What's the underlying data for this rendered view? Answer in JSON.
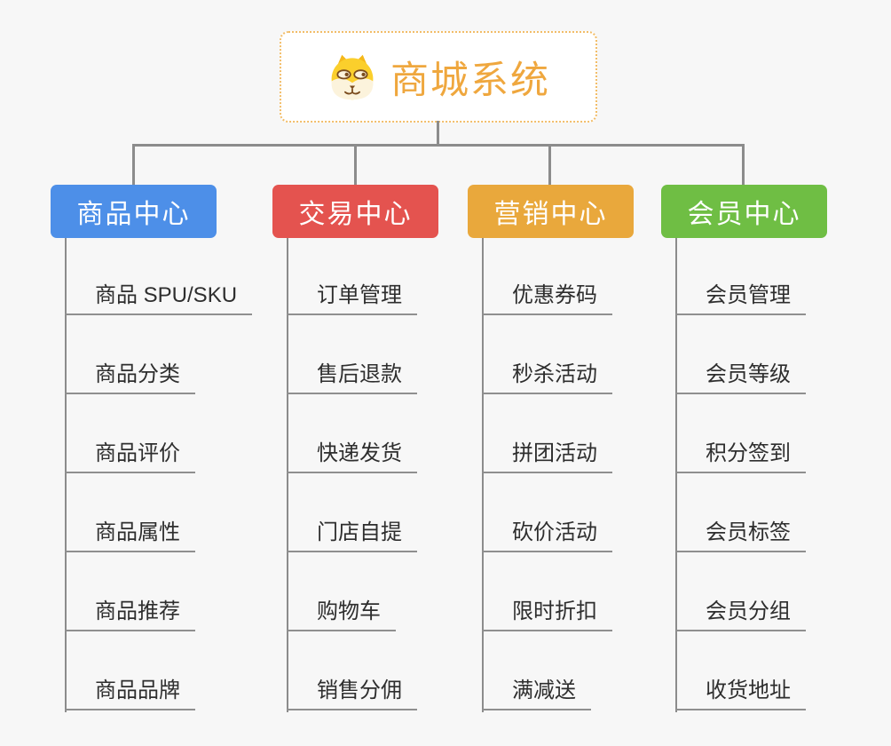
{
  "root": {
    "title": "商城系统",
    "icon": "dog-face-icon"
  },
  "branches": [
    {
      "label": "商品中心",
      "color": "#4d8fe8",
      "items": [
        "商品 SPU/SKU",
        "商品分类",
        "商品评价",
        "商品属性",
        "商品推荐",
        "商品品牌"
      ]
    },
    {
      "label": "交易中心",
      "color": "#e4534f",
      "items": [
        "订单管理",
        "售后退款",
        "快递发货",
        "门店自提",
        "购物车",
        "销售分佣"
      ]
    },
    {
      "label": "营销中心",
      "color": "#e9a83c",
      "items": [
        "优惠券码",
        "秒杀活动",
        "拼团活动",
        "砍价活动",
        "限时折扣",
        "满减送"
      ]
    },
    {
      "label": "会员中心",
      "color": "#6fbe44",
      "items": [
        "会员管理",
        "会员等级",
        "积分签到",
        "会员标签",
        "会员分组",
        "收货地址"
      ]
    }
  ],
  "colors": {
    "background": "#f7f7f7",
    "connector_line": "#8c8c8c",
    "leaf_underline": "#8f8f8f",
    "leaf_text": "#2e2e2e",
    "root_title": "#efa73e",
    "root_border": "#f2bd68",
    "root_background": "#ffffff",
    "branch_label_text": "#ffffff"
  }
}
